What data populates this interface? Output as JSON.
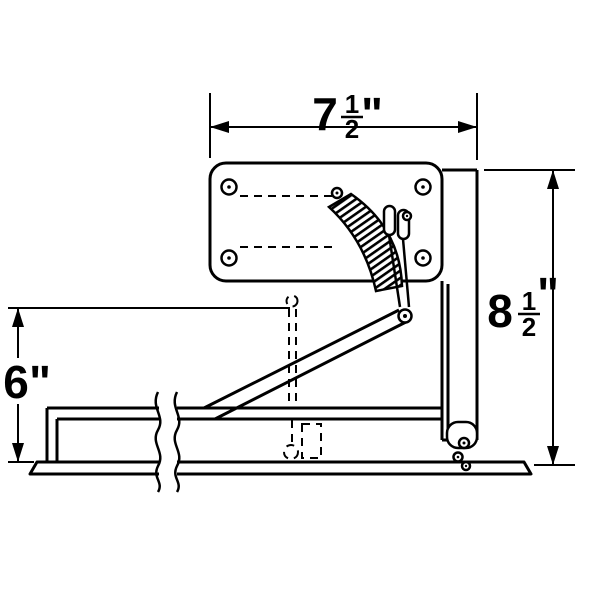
{
  "page": {
    "background_color": "#ffffff",
    "line_color": "#000000",
    "description": "technical dimension drawing of spring latch mechanism"
  },
  "dimensions": {
    "top_width": {
      "whole": "7",
      "numerator": "1",
      "denominator": "2",
      "unit": "\""
    },
    "right_height": {
      "whole": "8",
      "numerator": "1",
      "denominator": "2",
      "unit": "\""
    },
    "left_height": {
      "whole": "6",
      "unit": "\""
    }
  }
}
